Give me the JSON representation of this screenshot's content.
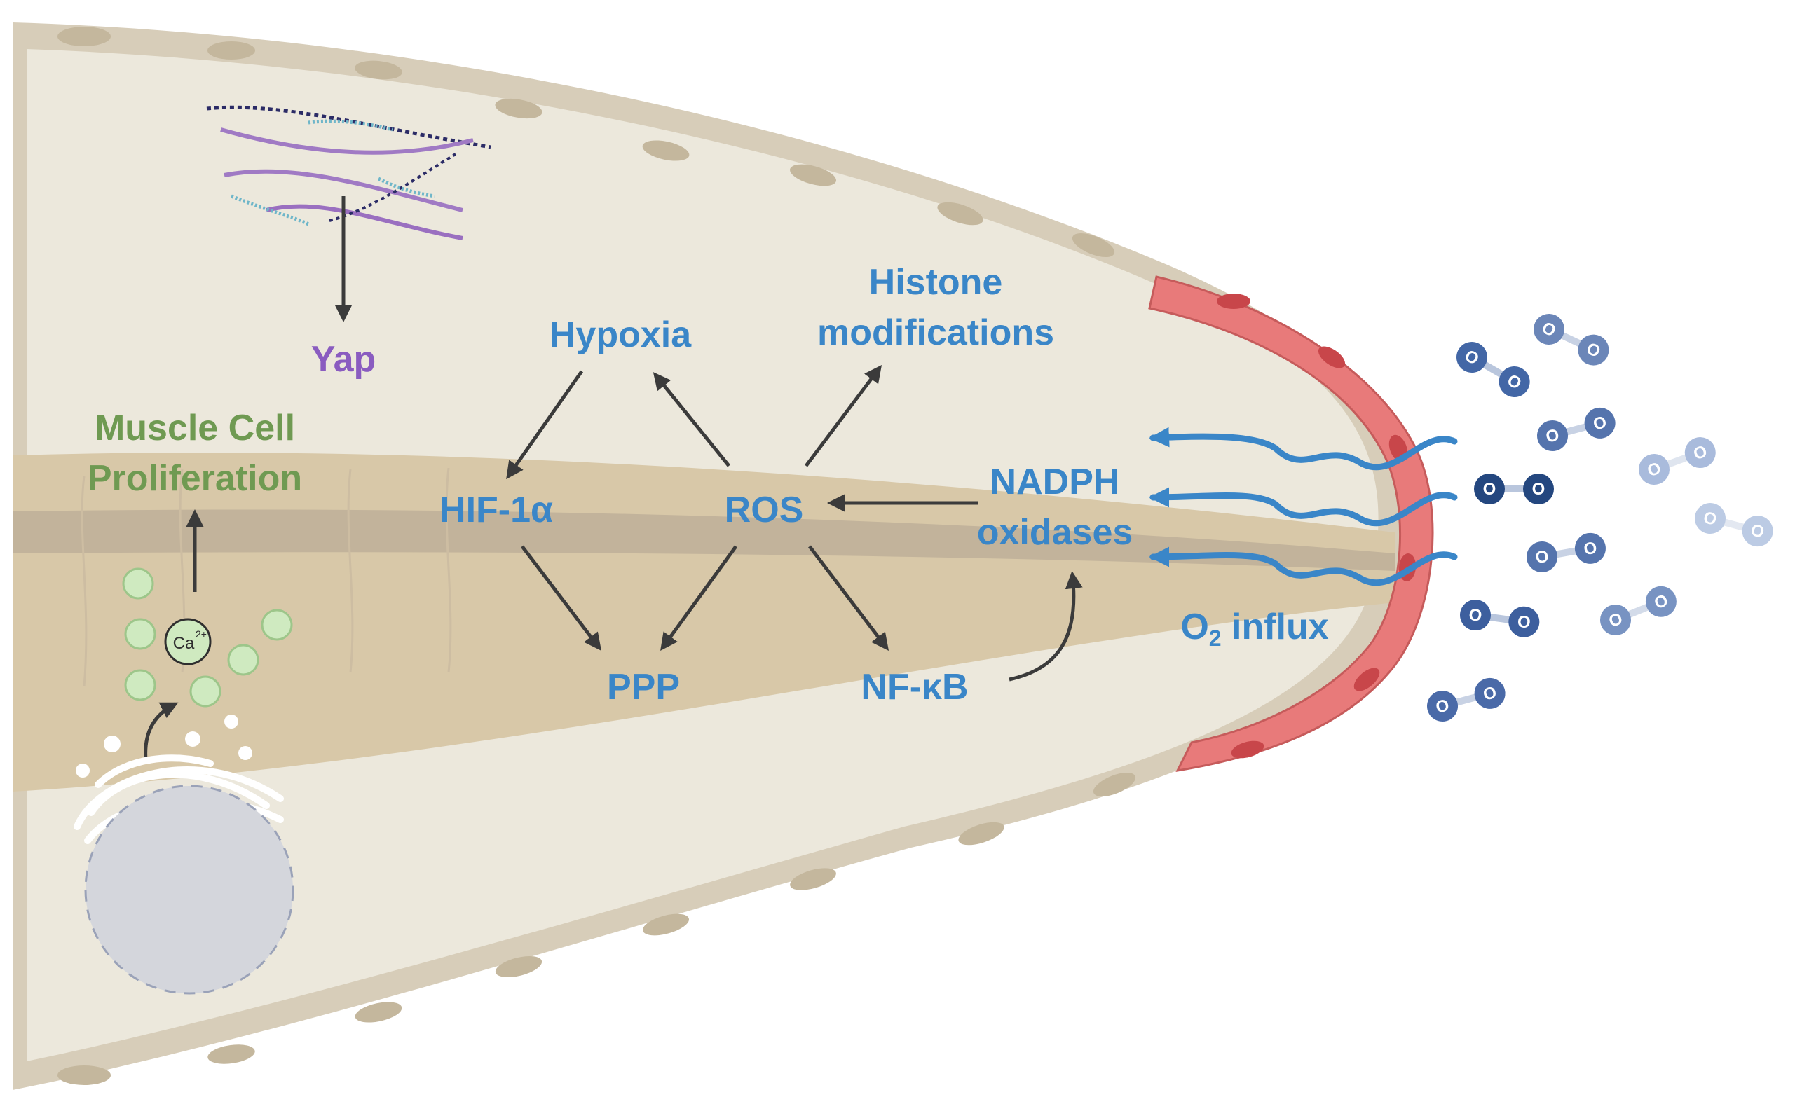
{
  "labels": {
    "yap": "Yap",
    "muscle_line1": "Muscle Cell",
    "muscle_line2": "Proliferation",
    "hypoxia": "Hypoxia",
    "histone_line1": "Histone",
    "histone_line2": "modifications",
    "hif": "HIF-1α",
    "ros": "ROS",
    "nadph_line1": "NADPH",
    "nadph_line2": "oxidases",
    "ppp": "PPP",
    "nfkb": "NF-κB",
    "o2_prefix": "O",
    "o2_sub": "2",
    "o2_suffix": " influx",
    "ca_main": "Ca",
    "ca_sup": "2+",
    "oxygen_atom": "O"
  },
  "colors": {
    "blue_text": "#3a86c8",
    "purple_text": "#8a5cc0",
    "green_text": "#6f9a52",
    "arrow": "#3b3b3b",
    "wave": "#3a86c8",
    "wall": "#d7cdb9",
    "lumen": "#ece8dc",
    "band": "#d8c8a8",
    "core": "#c8b9a1",
    "epithelium": "#e87a7a",
    "calcium": "#cfeac0",
    "nucleus": "#d4d6dc",
    "o2_dark": "#24477f",
    "o2_mid": "#4367a6",
    "o2_light": "#8ea6cf"
  },
  "icons": [
    "arrow-icon",
    "wave-arrow-icon",
    "oxygen-molecule-icon",
    "calcium-ion-icon",
    "nucleus-icon",
    "fiber-network-icon"
  ]
}
